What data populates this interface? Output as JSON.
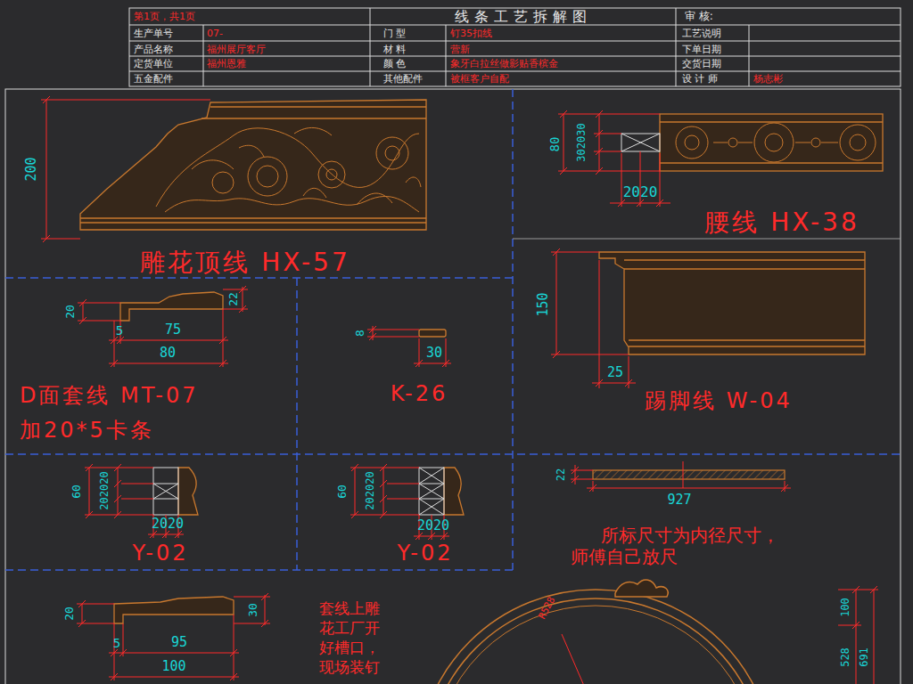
{
  "diagram": {
    "title": "线条工艺拆解图",
    "labels": [
      "第1页，共1页",
      "审 核:",
      "生产单号",
      "07-",
      "门 型",
      "钉35扣线",
      "工艺说明",
      "产品名称",
      "福州展厅客厅",
      "材 料",
      "营新",
      "下单日期",
      "定货单位",
      "福州恩雅",
      "颜 色",
      "象牙白拉丝做影贴香槟金",
      "交货日期",
      "五金配件",
      "其他配件",
      "被框客户自配",
      "设 计 师",
      "杨志彬",
      "200",
      "雕花顶线 HX-57",
      "80",
      "302030",
      "2020",
      "腰线 HX-38",
      "20",
      "22",
      "5",
      "75",
      "80",
      "D面套线 MT-07",
      "加20*5卡条",
      "8",
      "30",
      "K-26",
      "150",
      "25",
      "踢脚线 W-04",
      "60",
      "202020",
      "2020",
      "Y-02",
      "60",
      "202020",
      "2020",
      "Y-02",
      "22",
      "927",
      "所标尺寸为内径尺寸，",
      "师傅自己放尺",
      "20",
      "30",
      "5",
      "95",
      "100",
      "套线上雕花工厂开好槽口，现场装钉",
      "R528",
      "100",
      "528",
      "691"
    ]
  }
}
